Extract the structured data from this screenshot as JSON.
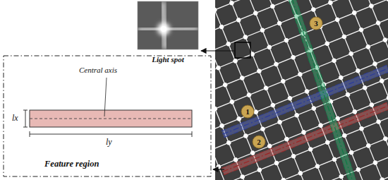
{
  "diagram": {
    "nodes": [
      {
        "text": [
          "Light spot"
        ]
      },
      {
        "text": [
          "Feature region"
        ]
      }
    ],
    "labels": [
      "Central axis",
      "lx",
      "ly",
      "1",
      "2",
      "3"
    ]
  }
}
